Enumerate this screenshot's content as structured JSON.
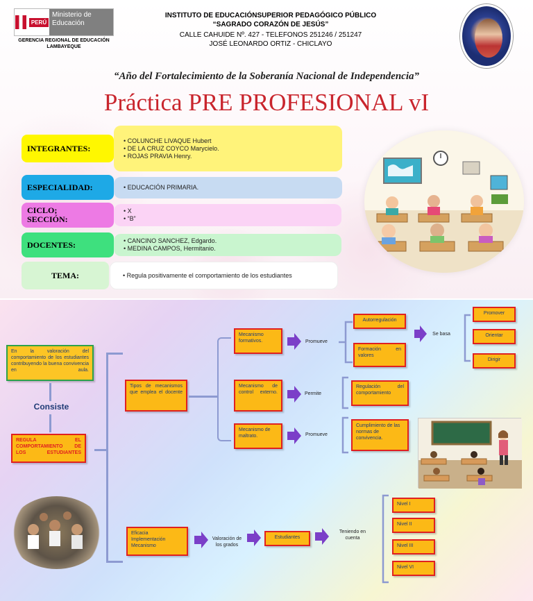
{
  "header": {
    "logo_country": "PERÚ",
    "logo_ministry": "Ministerio de Educación",
    "region": "GERENCIA REGIONAL DE EDUCACIÓN LAMBAYEQUE",
    "institute_line1": "INSTITUTO DE EDUCACIÓNSUPERIOR PEDAGÓGICO PÚBLICO",
    "institute_line2": "“SAGRADO CORAZÓN DE JESÚS”",
    "address_line1": "CALLE   CAHUIDE  Nº.  427 - TELEFONOS  251246  /   251247",
    "address_line2": "JOSÉ LEONARDO ORTIZ  - CHICLAYO",
    "year_motto": "“Año del Fortalecimiento de la Soberanía Nacional de Independencia”",
    "title": "Práctica PRE PROFESIONAL vI"
  },
  "info": {
    "integrantes_label": "INTEGRANTES:",
    "integrantes": [
      "COLUNCHE LIVAQUE Hubert",
      "DE LA CRUZ COYCO Marycielo.",
      "ROJAS PRAVIA Henry."
    ],
    "especialidad_label": "ESPECIALIDAD:",
    "especialidad": [
      "EDUCACIÓN PRIMARIA."
    ],
    "ciclo_label": "CICLO;",
    "seccion_label": "SECCIÓN:",
    "ciclo": [
      "X",
      "“B”"
    ],
    "docentes_label": "DOCENTES:",
    "docentes": [
      "CANCINO SANCHEZ, Edgardo.",
      "MEDINA CAMPOS, Hermitanio."
    ],
    "tema_label": "TEMA:",
    "tema": [
      "Regula positivamente el comportamiento de los estudiantes"
    ]
  },
  "diagram": {
    "intro": "En la valoración del comportamiento de los estudiantes contribuyendo la buena convivencia en aula.",
    "consiste": "Consiste",
    "regula": "REGULA EL COMPORTAMIENTO DE LOS ESTUDIANTES",
    "tipos": "Tipos de mecanismos que emplea el docente",
    "mec_formativos": "Mecanismo formativos.",
    "mec_control": "Mecanismo de control externo.",
    "mec_maltrato": "Mecanismo de maltrato.",
    "promueve1": "Promueve",
    "permite": "Permite",
    "promueve2": "Promueve",
    "autorregulacion": "Autorregulación",
    "formacion": "Formación en valores",
    "se_basa": "Se basa",
    "promover": "Promover",
    "orientar": "Orientar",
    "dirigir": "Dirigir",
    "regulacion": "Regulación del comportamiento",
    "cumplimiento": "Cumplimiento de las normas de convivencia.",
    "eficacia": "Eficacia Implementación Mecanismo",
    "valoracion": "Valoración de los grados",
    "estudiantes": "Estudiantes",
    "teniendo": "Teniendo en cuenta",
    "niveles": [
      "Nivel I",
      "Nivel II",
      "Nivel III",
      "Nivel VI"
    ]
  },
  "colors": {
    "title_red": "#c9252d",
    "box_fill": "#fcb916",
    "box_border": "#e02020",
    "arrow_purple": "#7b3fc8",
    "brace": "#8d9ad1"
  },
  "icons": [
    "peru-flag-icon",
    "religious-seal-icon",
    "classroom-illustration",
    "students-photo",
    "teacher-classroom-illustration"
  ]
}
